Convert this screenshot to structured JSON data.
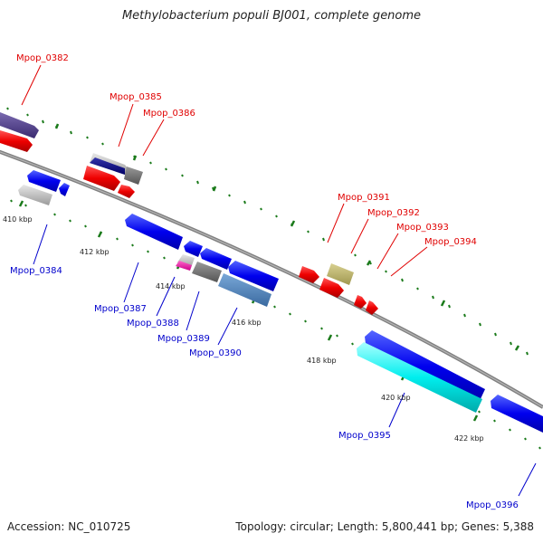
{
  "title": "Methylobacterium populi BJ001, complete genome",
  "footer": {
    "accession": "Accession: NC_010725",
    "summary": "Topology: circular; Length: 5,800,441 bp; Genes: 5,388"
  },
  "kbp_labels": [
    "410 kbp",
    "412 kbp",
    "414 kbp",
    "416 kbp",
    "418 kbp",
    "420 kbp",
    "422 kbp"
  ],
  "gene_labels": {
    "mpop_0382": "Mpop_0382",
    "mpop_0384": "Mpop_0384",
    "mpop_0385": "Mpop_0385",
    "mpop_0386": "Mpop_0386",
    "mpop_0387": "Mpop_0387",
    "mpop_0388": "Mpop_0388",
    "mpop_0389": "Mpop_0389",
    "mpop_0390": "Mpop_0390",
    "mpop_0391": "Mpop_0391",
    "mpop_0392": "Mpop_0392",
    "mpop_0393": "Mpop_0393",
    "mpop_0394": "Mpop_0394",
    "mpop_0395": "Mpop_0395",
    "mpop_0396": "Mpop_0396"
  },
  "colors": {
    "backbone": "#808080",
    "forward_label": "#e00000",
    "reverse_label": "#0000cc",
    "tick": "#1a7a1a"
  }
}
